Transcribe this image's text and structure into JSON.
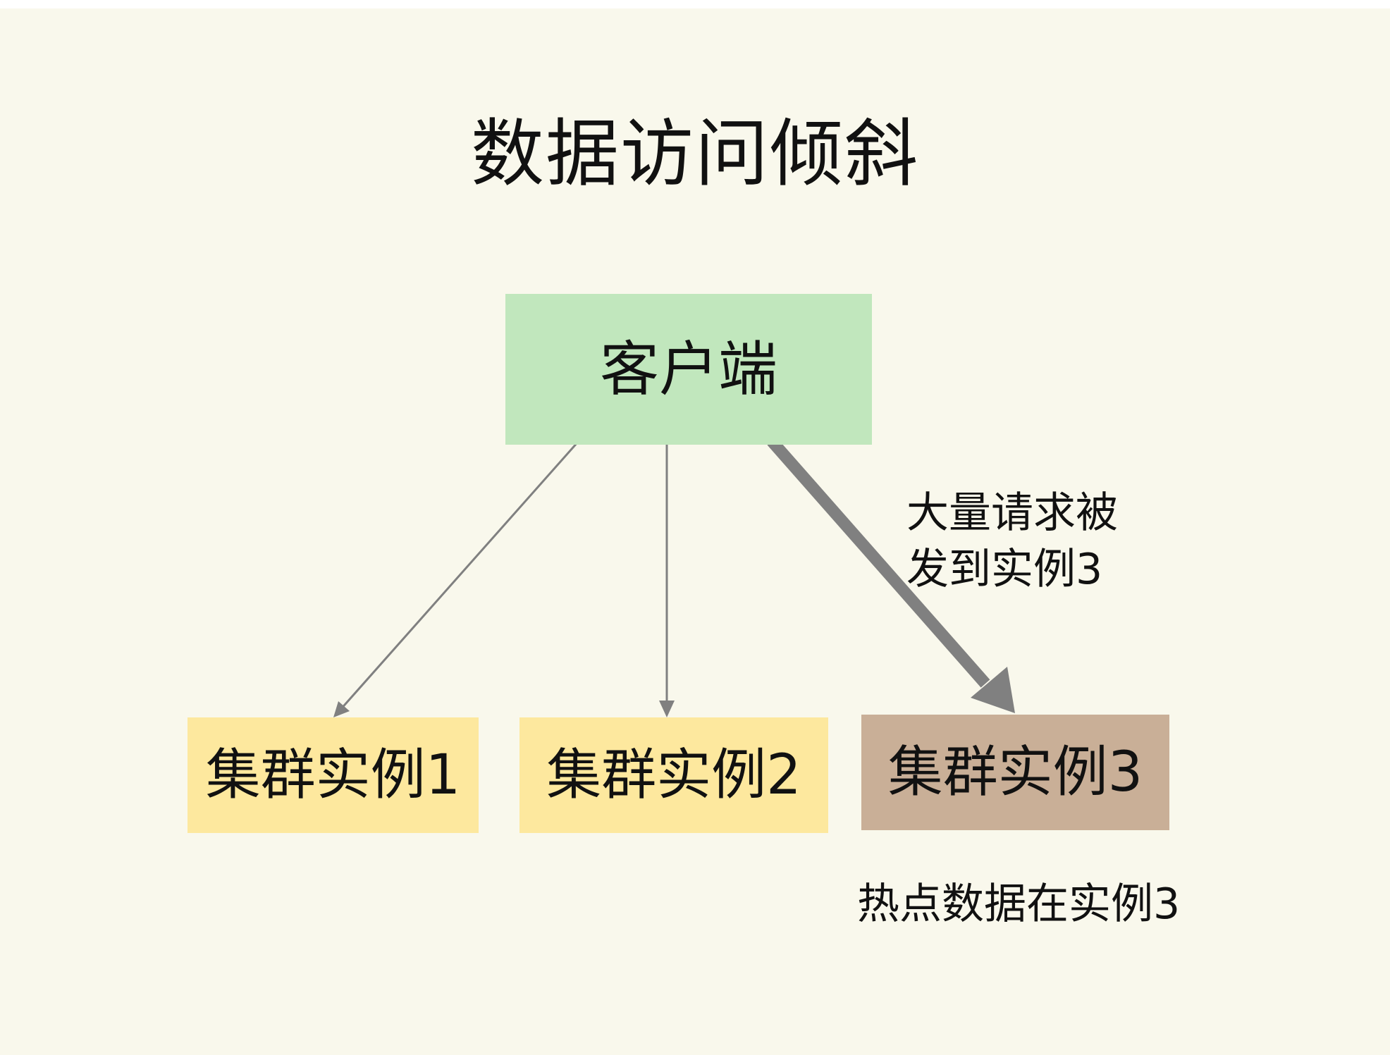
{
  "title": "数据访问倾斜",
  "nodes": {
    "client": {
      "label": "客户端",
      "color": "#c1e7bd"
    },
    "instance1": {
      "label": "集群实例1",
      "color": "#fde89e"
    },
    "instance2": {
      "label": "集群实例2",
      "color": "#fde89e"
    },
    "instance3": {
      "label": "集群实例3",
      "color": "#c9af97"
    }
  },
  "edges": [
    {
      "from": "client",
      "to": "instance1",
      "style": "thin"
    },
    {
      "from": "client",
      "to": "instance2",
      "style": "thin"
    },
    {
      "from": "client",
      "to": "instance3",
      "style": "thick"
    }
  ],
  "annotations": {
    "request_line1": "大量请求被",
    "request_line2": "发到实例3",
    "hot_data": "热点数据在实例3"
  },
  "colors": {
    "background": "#f9f8ec",
    "arrow": "#808080",
    "text": "#111111"
  }
}
